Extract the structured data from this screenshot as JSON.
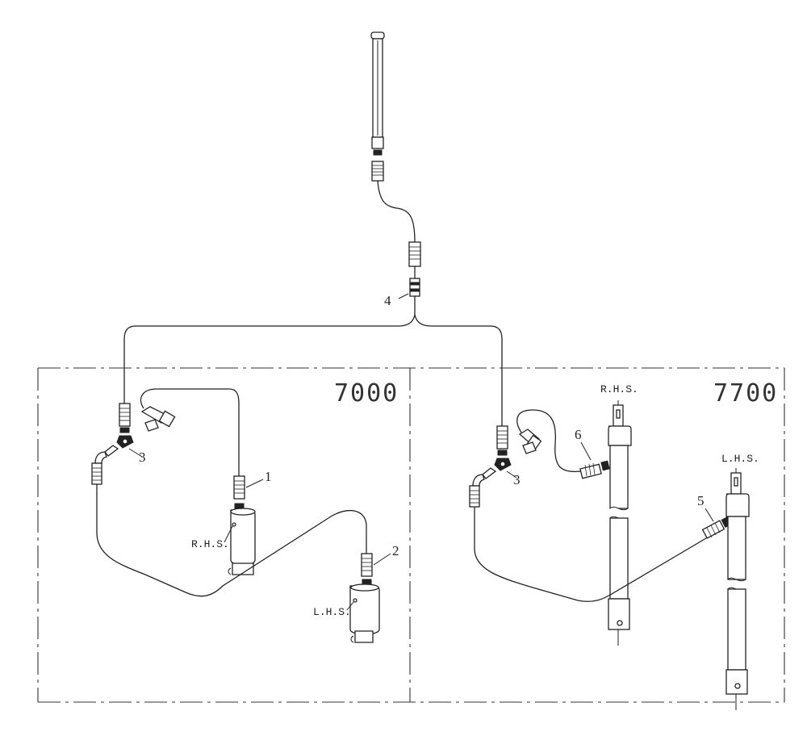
{
  "models": {
    "left": "7000",
    "right": "7700"
  },
  "labels": {
    "rhs": "R.H.S.",
    "lhs": "L.H.S."
  },
  "callouts": {
    "item_1": "1",
    "item_2": "2",
    "item_3_left": "3",
    "item_3_right": "3",
    "item_4": "4",
    "item_5": "5",
    "item_6": "6"
  }
}
